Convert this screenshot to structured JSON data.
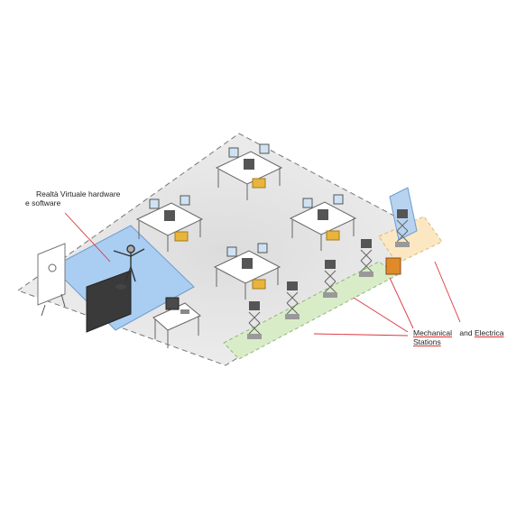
{
  "labels": {
    "vr_line1": "Realtà Virtuale hardware",
    "vr_line2": "e software",
    "mech_line1": "Mechanical",
    "and_word": "and",
    "electrica": "Electrica",
    "mech_line2": "Stations"
  },
  "colors": {
    "vr_zone": "#aacdf2",
    "station_zone": "#d9ecc8",
    "elec_zone": "#fbe8c3",
    "floor": "#e9e9e9",
    "leader": "#d9363e",
    "robot_box": "#e9b43b",
    "table": "#ffffff"
  }
}
